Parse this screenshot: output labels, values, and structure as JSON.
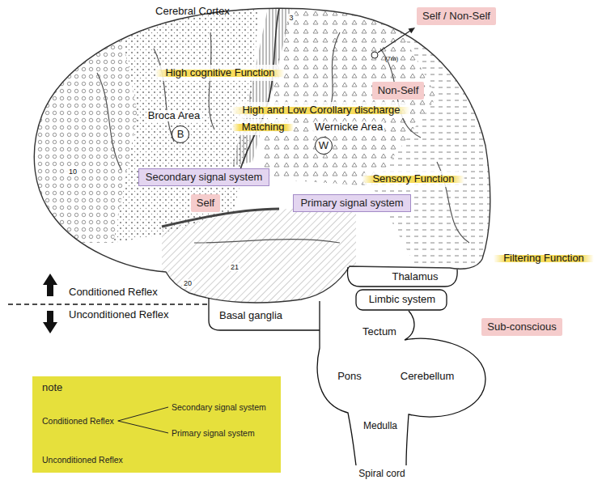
{
  "diagram": {
    "nodes": [
      {
        "text": [
          "Self / Non-Self"
        ]
      },
      {
        "text": [
          "High cognitive Function"
        ]
      },
      {
        "text": [
          "Non-Self"
        ]
      },
      {
        "text": [
          "High and Low Corollary discharge"
        ]
      },
      {
        "text": [
          "Matching"
        ]
      },
      {
        "text": [
          "B"
        ]
      },
      {
        "text": [
          "W"
        ]
      },
      {
        "text": [
          "Secondary signal system"
        ]
      },
      {
        "text": [
          "Sensory Function"
        ]
      },
      {
        "text": [
          "Self"
        ]
      },
      {
        "text": [
          "Primary signal system"
        ]
      },
      {
        "text": [
          "Filtering Function"
        ]
      },
      {
        "text": [
          "Sub-conscious"
        ]
      },
      {
        "text": [
          "note",
          "Conditioned Reflex",
          "Secondary signal system",
          "Primary signal system",
          "Unconditioned Reflex"
        ]
      }
    ],
    "labels": [
      "Cerebral Cortex",
      "3",
      "(7m)",
      "Broca Area",
      "Wernicke Area",
      "10",
      "21",
      "Thalamus",
      "20",
      "Conditioned Reflex",
      "Limbic system",
      "Unconditioned Reflex",
      "Basal ganglia",
      "Tectum",
      "Pons",
      "Cerebellum",
      "Medulla",
      "Spiral cord"
    ]
  }
}
